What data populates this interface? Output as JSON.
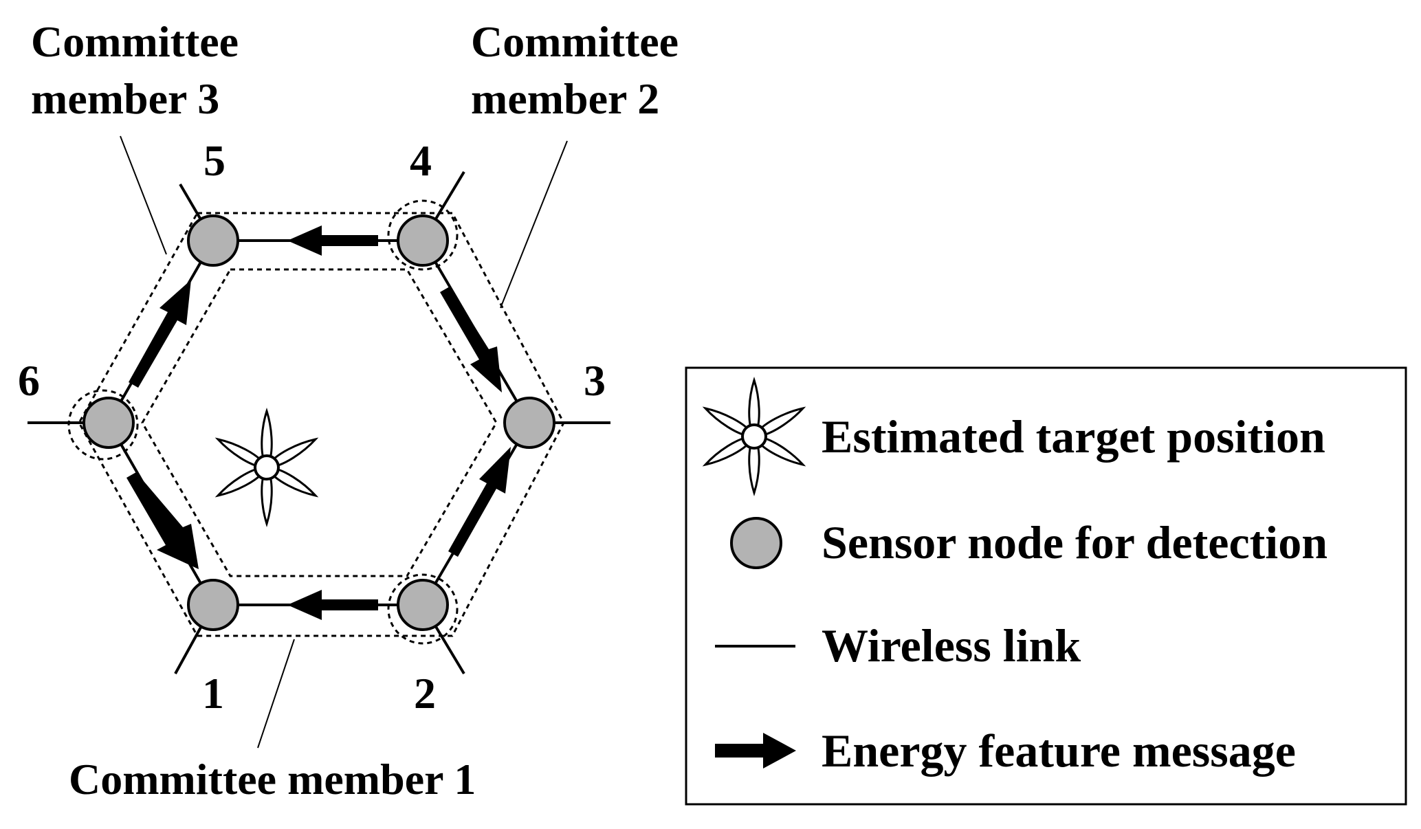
{
  "committee_labels": {
    "member3": {
      "line1": "Committee",
      "line2": "member 3"
    },
    "member2": {
      "line1": "Committee",
      "line2": "member 2"
    },
    "member1": "Committee member 1"
  },
  "node_numbers": {
    "n1": "1",
    "n2": "2",
    "n3": "3",
    "n4": "4",
    "n5": "5",
    "n6": "6"
  },
  "legend": {
    "target": "Estimated target position",
    "sensor": "Sensor node for detection",
    "link": "Wireless link",
    "message": "Energy feature message"
  },
  "colors": {
    "node_fill": "#b3b3b3",
    "stroke": "#000000",
    "background": "#ffffff"
  },
  "icons": {
    "target": "flower-star-icon",
    "sensor": "gray-circle-icon",
    "link": "line-icon",
    "message": "thick-arrow-icon"
  }
}
